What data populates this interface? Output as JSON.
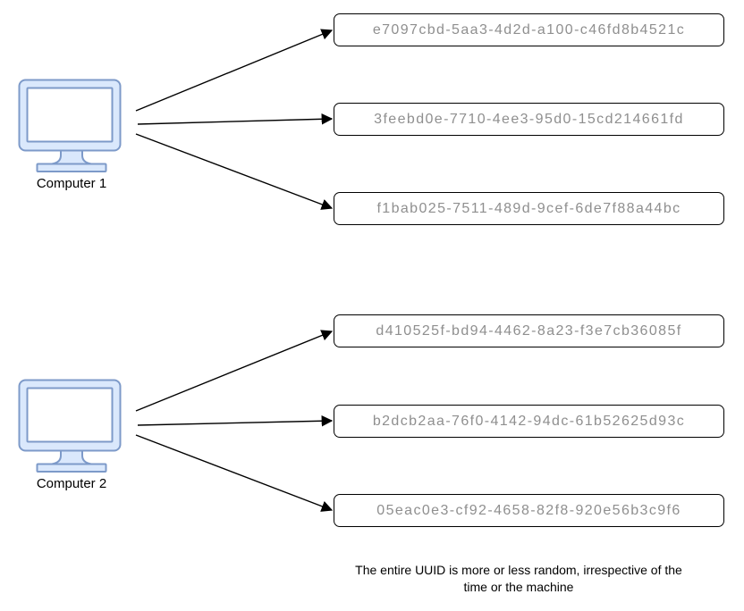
{
  "computers": [
    {
      "label": "Computer 1",
      "uuids": [
        "e7097cbd-5aa3-4d2d-a100-c46fd8b4521c",
        "3feebd0e-7710-4ee3-95d0-15cd214661fd",
        "f1bab025-7511-489d-9cef-6de7f88a44bc"
      ]
    },
    {
      "label": "Computer 2",
      "uuids": [
        "d410525f-bd94-4462-8a23-f3e7cb36085f",
        "b2dcb2aa-76f0-4142-94dc-61b52625d93c",
        "05eac0e3-cf92-4658-82f8-920e56b3c9f6"
      ]
    }
  ],
  "caption": "The entire UUID is more or less random, irrespective of the time or the machine",
  "icons": {
    "computer": "monitor-icon"
  },
  "colors": {
    "monitor_fill": "#dae8fc",
    "monitor_stroke": "#7d9ac9",
    "box_border": "#000000",
    "uuid_text": "#8f8f8f",
    "arrow": "#000000",
    "background": "#ffffff"
  }
}
